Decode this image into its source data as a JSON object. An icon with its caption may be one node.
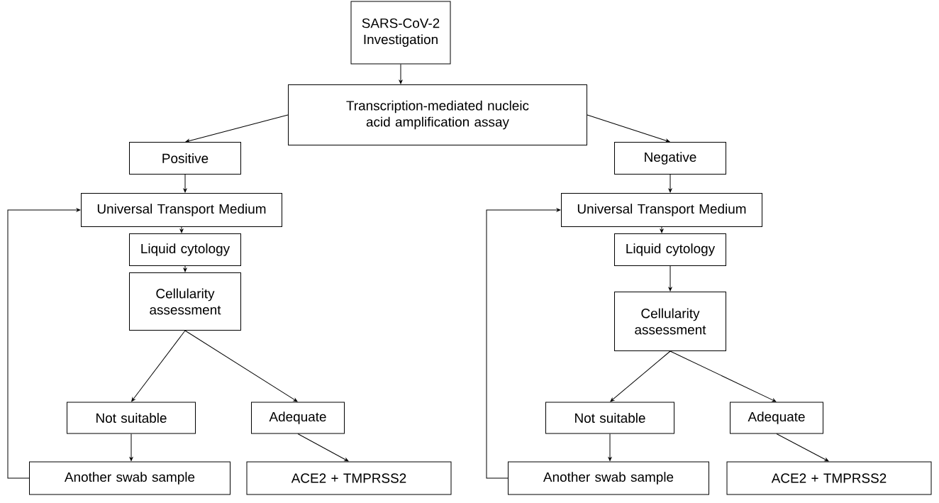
{
  "diagram": {
    "nodes": [
      {
        "text": [
          "SARS-CoV-2 Investigation"
        ]
      },
      {
        "text": [
          "Transcription-mediated nucleic acid amplification assay"
        ]
      },
      {
        "text": [
          "Positive"
        ]
      },
      {
        "text": [
          "Negative"
        ]
      },
      {
        "text": [
          "Universal Transport Medium"
        ]
      },
      {
        "text": [
          "Liquid cytology"
        ]
      },
      {
        "text": [
          "Cellularity assessment"
        ]
      },
      {
        "text": [
          "Not suitable"
        ]
      },
      {
        "text": [
          "Adequate"
        ]
      },
      {
        "text": [
          "Another swab sample"
        ]
      },
      {
        "text": [
          "ACE2 + TMPRSS2"
        ]
      },
      {
        "text": [
          "Universal Transport Medium"
        ]
      },
      {
        "text": [
          "Liquid cytology"
        ]
      },
      {
        "text": [
          "Cellularity assessment"
        ]
      },
      {
        "text": [
          "Not suitable"
        ]
      },
      {
        "text": [
          "Adequate"
        ]
      },
      {
        "text": [
          "Another swab sample"
        ]
      },
      {
        "text": [
          "ACE2 + TMPRSS2"
        ]
      }
    ],
    "edges": [
      {
        "from": 0,
        "to": 1,
        "arrow": "to"
      },
      {
        "from": 1,
        "to": 2,
        "arrow": "to"
      },
      {
        "from": 1,
        "to": 3,
        "arrow": "to"
      },
      {
        "from": 2,
        "to": 4,
        "arrow": "to"
      },
      {
        "from": 4,
        "to": 5,
        "arrow": "to"
      },
      {
        "from": 5,
        "to": 6,
        "arrow": "to"
      },
      {
        "from": 6,
        "to": 7,
        "arrow": "to"
      },
      {
        "from": 6,
        "to": 8,
        "arrow": "to"
      },
      {
        "from": 7,
        "to": 9,
        "arrow": "to"
      },
      {
        "from": 8,
        "to": 10,
        "arrow": "to"
      },
      {
        "from": 9,
        "to": 4,
        "arrow": "to"
      },
      {
        "from": 3,
        "to": 11,
        "arrow": "to"
      },
      {
        "from": 11,
        "to": 12,
        "arrow": "to"
      },
      {
        "from": 12,
        "to": 13,
        "arrow": "to"
      },
      {
        "from": 13,
        "to": 14,
        "arrow": "to"
      },
      {
        "from": 13,
        "to": 15,
        "arrow": "to"
      },
      {
        "from": 14,
        "to": 16,
        "arrow": "to"
      },
      {
        "from": 15,
        "to": 17,
        "arrow": "to"
      },
      {
        "from": 16,
        "to": 11,
        "arrow": "to"
      }
    ]
  }
}
